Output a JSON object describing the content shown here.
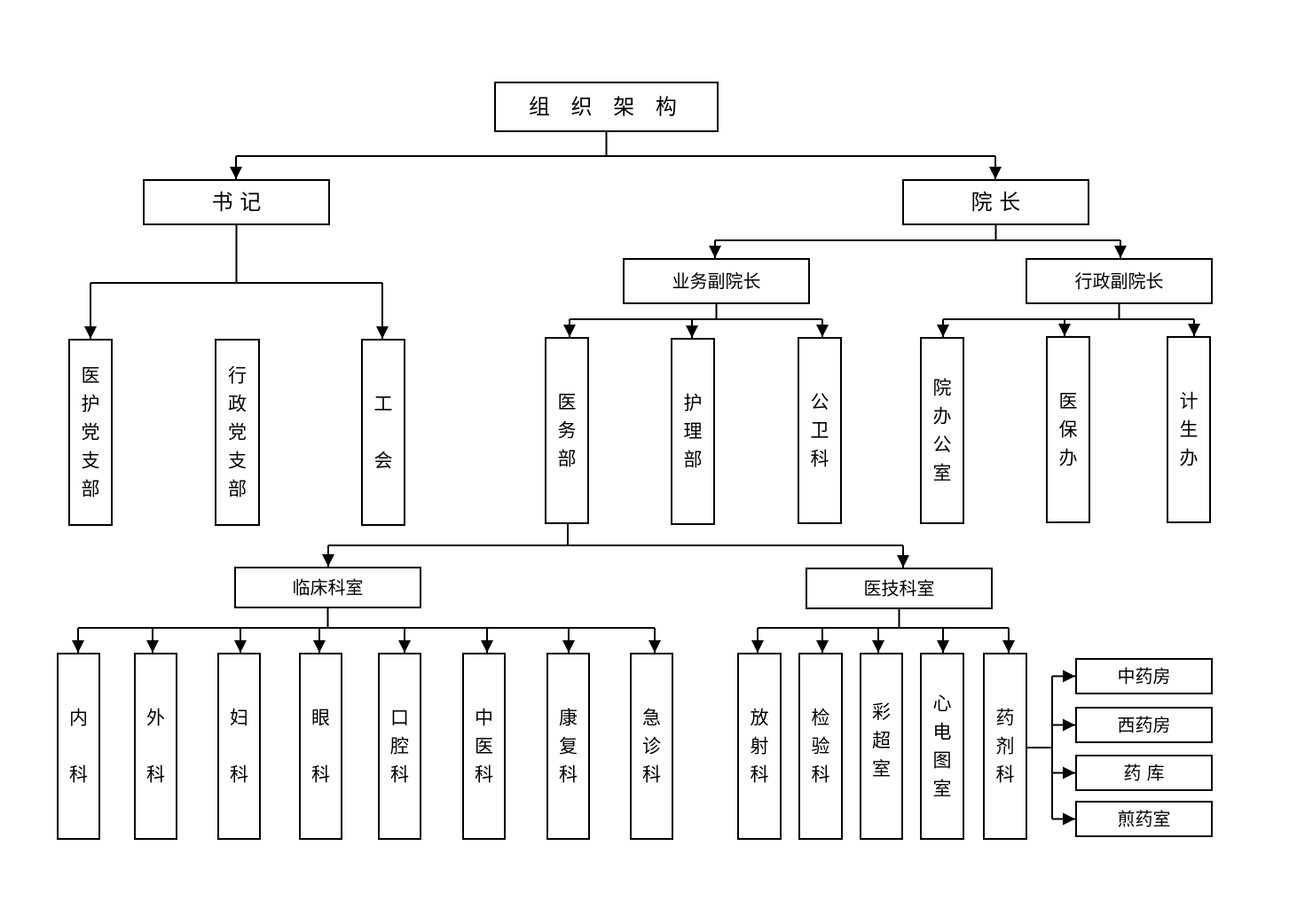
{
  "diagram": {
    "title": "组织架构",
    "nodes": {
      "root": {
        "label": "组 织 架 构"
      },
      "secretary": {
        "label": "书  记"
      },
      "president": {
        "label": "院  长"
      },
      "medical_party_branch": {
        "label": "医护党支部"
      },
      "admin_party_branch": {
        "label": "行政党支部"
      },
      "union": {
        "label": "工会"
      },
      "vp_business": {
        "label": "业务副院长"
      },
      "vp_admin": {
        "label": "行政副院长"
      },
      "medical_affairs": {
        "label": "医务部"
      },
      "nursing": {
        "label": "护理部"
      },
      "public_health": {
        "label": "公卫科"
      },
      "president_office": {
        "label": "院办公室"
      },
      "medical_insurance": {
        "label": "医保办"
      },
      "family_planning": {
        "label": "计生办"
      },
      "clinical": {
        "label": "临床科室"
      },
      "medtech": {
        "label": "医技科室"
      },
      "internal_med": {
        "label": "内科"
      },
      "surgery": {
        "label": "外科"
      },
      "gynecology": {
        "label": "妇科"
      },
      "ophthalmology": {
        "label": "眼科"
      },
      "stomatology": {
        "label": "口腔科"
      },
      "tcm": {
        "label": "中医科"
      },
      "rehab": {
        "label": "康复科"
      },
      "emergency": {
        "label": "急诊科"
      },
      "radiology": {
        "label": "放射科"
      },
      "laboratory": {
        "label": "检验科"
      },
      "ultrasound": {
        "label": "彩超室"
      },
      "ecg": {
        "label": "心电图室"
      },
      "pharmacy": {
        "label": "药剂科"
      },
      "tcm_pharmacy": {
        "label": "中药房"
      },
      "western_pharmacy": {
        "label": "西药房"
      },
      "drug_store": {
        "label": "药  库"
      },
      "decoction_room": {
        "label": "煎药室"
      }
    },
    "edges": [
      [
        "root",
        "secretary"
      ],
      [
        "root",
        "president"
      ],
      [
        "secretary",
        "medical_party_branch"
      ],
      [
        "secretary",
        "union"
      ],
      [
        "president",
        "vp_business"
      ],
      [
        "president",
        "vp_admin"
      ],
      [
        "vp_business",
        "medical_affairs"
      ],
      [
        "vp_business",
        "nursing"
      ],
      [
        "vp_business",
        "public_health"
      ],
      [
        "vp_admin",
        "president_office"
      ],
      [
        "vp_admin",
        "medical_insurance"
      ],
      [
        "vp_admin",
        "family_planning"
      ],
      [
        "medical_affairs",
        "clinical"
      ],
      [
        "medical_affairs",
        "medtech"
      ],
      [
        "clinical",
        "internal_med"
      ],
      [
        "clinical",
        "surgery"
      ],
      [
        "clinical",
        "gynecology"
      ],
      [
        "clinical",
        "ophthalmology"
      ],
      [
        "clinical",
        "stomatology"
      ],
      [
        "clinical",
        "tcm"
      ],
      [
        "clinical",
        "rehab"
      ],
      [
        "clinical",
        "emergency"
      ],
      [
        "medtech",
        "radiology"
      ],
      [
        "medtech",
        "laboratory"
      ],
      [
        "medtech",
        "ultrasound"
      ],
      [
        "medtech",
        "ecg"
      ],
      [
        "medtech",
        "pharmacy"
      ],
      [
        "pharmacy",
        "tcm_pharmacy"
      ],
      [
        "pharmacy",
        "western_pharmacy"
      ],
      [
        "pharmacy",
        "drug_store"
      ],
      [
        "pharmacy",
        "decoction_room"
      ]
    ]
  }
}
